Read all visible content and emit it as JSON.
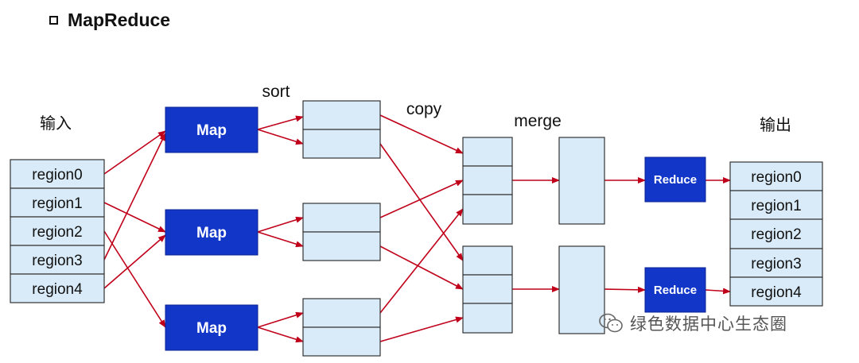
{
  "title": "MapReduce",
  "input_label": "输入",
  "output_label": "输出",
  "stage_labels": {
    "sort": "sort",
    "copy": "copy",
    "merge": "merge"
  },
  "inputs": [
    "region0",
    "region1",
    "region2",
    "region3",
    "region4"
  ],
  "outputs": [
    "region0",
    "region1",
    "region2",
    "region3",
    "region4"
  ],
  "map_label": "Map",
  "map_count": 3,
  "reduce_label": "Reduce",
  "reduce_count": 2,
  "watermark": "绿色数据中心生态圈",
  "colors": {
    "map_fill": "#1237c8",
    "box_fill": "#d9ebf8",
    "arrow": "#c0001a",
    "text": "#111111"
  },
  "edges": [
    {
      "from": "input-0",
      "to": "map-0"
    },
    {
      "from": "input-1",
      "to": "map-1"
    },
    {
      "from": "input-2",
      "to": "map-2"
    },
    {
      "from": "input-3",
      "to": "map-0"
    },
    {
      "from": "input-4",
      "to": "map-1"
    },
    {
      "from": "map-0",
      "to": "sort-0"
    },
    {
      "from": "map-1",
      "to": "sort-1"
    },
    {
      "from": "map-2",
      "to": "sort-2"
    },
    {
      "from": "sort-0",
      "to": "merge-0"
    },
    {
      "from": "sort-0",
      "to": "merge-1"
    },
    {
      "from": "sort-1",
      "to": "merge-0"
    },
    {
      "from": "sort-1",
      "to": "merge-1"
    },
    {
      "from": "sort-2",
      "to": "merge-0"
    },
    {
      "from": "sort-2",
      "to": "merge-1"
    },
    {
      "from": "merge-0",
      "to": "merged-0"
    },
    {
      "from": "merge-1",
      "to": "merged-1"
    },
    {
      "from": "merged-0",
      "to": "reduce-0"
    },
    {
      "from": "merged-1",
      "to": "reduce-1"
    },
    {
      "from": "reduce-0",
      "to": "output-0"
    },
    {
      "from": "reduce-1",
      "to": "output-4"
    }
  ]
}
